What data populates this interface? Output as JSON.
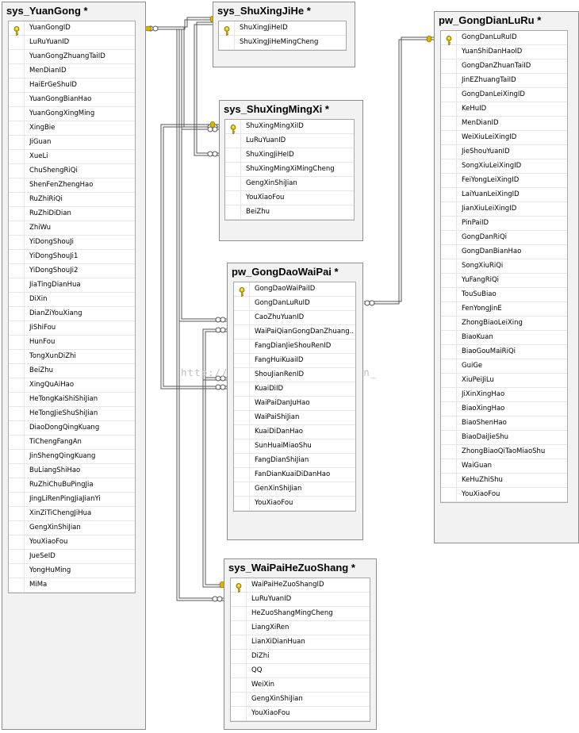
{
  "watermark": "http://blog.csdn.net/LengQin_",
  "colors": {
    "line": "#555555",
    "key": "#d9b300",
    "border": "#8c8c8c"
  },
  "tables": [
    {
      "id": "yuangong",
      "title": "sys_YuanGong *",
      "key_rows": [
        0
      ],
      "columns": [
        "YuanGongID",
        "LuRuYuanID",
        "YuanGongZhuangTaiID",
        "MenDianID",
        "HaiErGeShuID",
        "YuanGongBianHao",
        "YuanGongXingMing",
        "XingBie",
        "JiGuan",
        "XueLi",
        "ChuShengRiQi",
        "ShenFenZhengHao",
        "RuZhiRiQi",
        "RuZhiDiDian",
        "ZhiWu",
        "YiDongShouJi",
        "YiDongShouJi1",
        "YiDongShouJi2",
        "JiaTingDianHua",
        "DiXin",
        "DianZiYouXiang",
        "JiShiFou",
        "HunFou",
        "TongXunDiZhi",
        "BeiZhu",
        "XingQuAiHao",
        "HeTongKaiShiShiJian",
        "HeTongJieShuShiJian",
        "DiaoDongQingKuang",
        "TiChengFangAn",
        "JinShengQingKuang",
        "BuLiangShiHao",
        "RuZhiChuBuPingJia",
        "JingLiRenPingJiaJianYi",
        "XinZiTiChengJiHua",
        "GengXinShiJian",
        "YouXiaoFou",
        "JueSeID",
        "YongHuMing",
        "MiMa"
      ]
    },
    {
      "id": "shuxingjihe",
      "title": "sys_ShuXingJiHe *",
      "key_rows": [
        0
      ],
      "columns": [
        "ShuXingJiHeID",
        "ShuXingJiHeMingCheng"
      ]
    },
    {
      "id": "shuxingmingxi",
      "title": "sys_ShuXingMingXi *",
      "key_rows": [
        0
      ],
      "columns": [
        "ShuXingMingXiID",
        "LuRuYuanID",
        "ShuXingJiHeID",
        "ShuXingMingXiMingCheng",
        "GengXinShiJian",
        "YouXiaoFou",
        "BeiZhu"
      ]
    },
    {
      "id": "gongdaowaipai",
      "title": "pw_GongDaoWaiPai *",
      "key_rows": [
        0
      ],
      "columns": [
        "GongDaoWaiPaiID",
        "GongDanLuRuID",
        "CaoZhuYuanID",
        "WaiPaiQianGongDanZhuang...",
        "FangDianJieShouRenID",
        "FangHuiKuaiID",
        "ShouJianRenID",
        "KuaiDiID",
        "WaiPaiDanJuHao",
        "WaiPaiShiJian",
        "KuaiDiDanHao",
        "SunHuaiMiaoShu",
        "FangDianShiJian",
        "FanDianKuaiDiDanHao",
        "GenXinShiJian",
        "YouXiaoFou"
      ]
    },
    {
      "id": "waipaihezuoshang",
      "title": "sys_WaiPaiHeZuoShang *",
      "key_rows": [
        0
      ],
      "columns": [
        "WaiPaiHeZuoShangID",
        "LuRuYuanID",
        "HeZuoShangMingCheng",
        "LiangXiRen",
        "LianXiDianHuan",
        "DiZhi",
        "QQ",
        "WeiXin",
        "GengXinShiJian",
        "YouXiaoFou"
      ]
    },
    {
      "id": "gongdianluru",
      "title": "pw_GongDianLuRu *",
      "key_rows": [
        0
      ],
      "columns": [
        "GongDanLuRuID",
        "YuanShiDanHaoID",
        "GongDanZhuanTaiID",
        "JinEZhuangTaiID",
        "GongDanLeiXingID",
        "KeHuID",
        "MenDianID",
        "WeiXiuLeiXingID",
        "JieShouYuanID",
        "SongXiuLeiXingID",
        "FeiYongLeiXingID",
        "LaiYuanLeiXingID",
        "JianXiuLeiXingID",
        "PinPaiID",
        "GongDanRiQi",
        "GongDanBianHao",
        "SongXiuRiQi",
        "YuFangRiQi",
        "TouSuBiao",
        "FenYongJinE",
        "ZhongBiaoLeiXing",
        "BiaoKuan",
        "BiaoGouMaiRiQi",
        "GuiGe",
        "XiuPeiJiLu",
        "JiXinXingHao",
        "BiaoXingHao",
        "BiaoShenHao",
        "BiaoDaiJieShu",
        "ZhongBiaoQiTaoMiaoShu",
        "WaiGuan",
        "KeHuZhiShu",
        "YouXiaoFou"
      ]
    }
  ]
}
